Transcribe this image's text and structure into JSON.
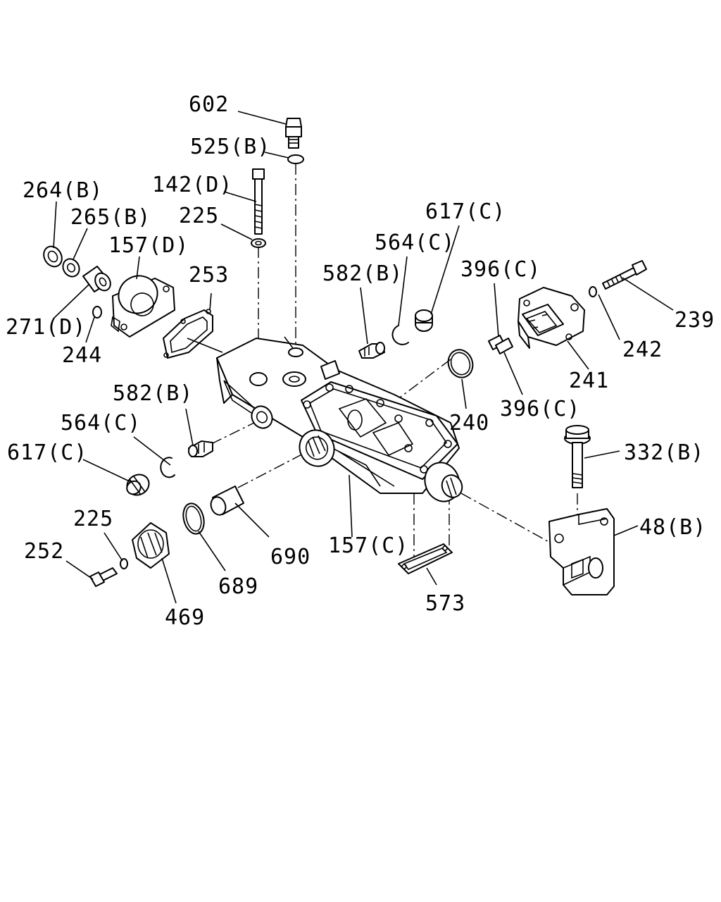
{
  "diagram": {
    "labels": {
      "l602": "602",
      "l525b": "525(B)",
      "l142d": "142(D)",
      "l264b": "264(B)",
      "l265b": "265(B)",
      "l225a": "225",
      "l157d": "157(D)",
      "l253": "253",
      "l271d": "271(D)",
      "l244": "244",
      "l617ca": "617(C)",
      "l564ca": "564(C)",
      "l582ba": "582(B)",
      "l396ca": "396(C)",
      "l239": "239",
      "l242": "242",
      "l241": "241",
      "l396cb": "396(C)",
      "l240": "240",
      "l582bb": "582(B)",
      "l564cb": "564(C)",
      "l617cb": "617(C)",
      "l332b": "332(B)",
      "l48b": "48(B)",
      "l225b": "225",
      "l252": "252",
      "l690": "690",
      "l157c": "157(C)",
      "l689": "689",
      "l573": "573",
      "l469": "469"
    }
  }
}
